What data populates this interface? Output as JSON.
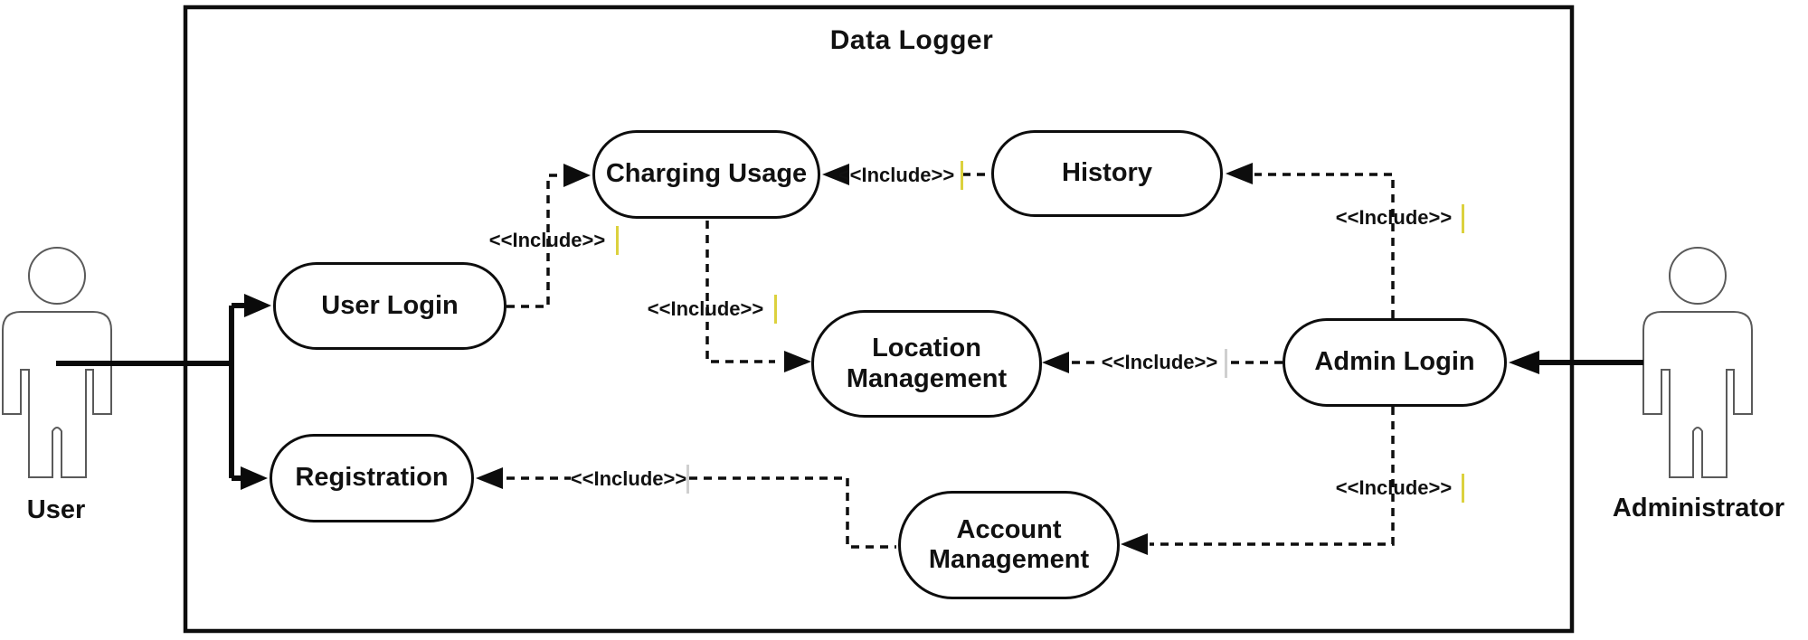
{
  "diagram": {
    "system": "Data Logger",
    "actors": [
      {
        "id": "user",
        "label": "User"
      },
      {
        "id": "administrator",
        "label": "Administrator"
      }
    ],
    "use_cases": [
      {
        "id": "charging-usage",
        "label": "Charging Usage"
      },
      {
        "id": "history",
        "label": "History"
      },
      {
        "id": "user-login",
        "label": "User Login"
      },
      {
        "id": "location-management",
        "label": "Location Management"
      },
      {
        "id": "admin-login",
        "label": "Admin Login"
      },
      {
        "id": "registration",
        "label": "Registration"
      },
      {
        "id": "account-management",
        "label": "Account Management"
      }
    ],
    "associations": [
      {
        "actor": "User",
        "use_case": "User Login"
      },
      {
        "actor": "User",
        "use_case": "Registration"
      },
      {
        "actor": "Administrator",
        "use_case": "Admin Login"
      }
    ],
    "includes": [
      {
        "label": "<<Include>>",
        "from": "User Login",
        "to": "Charging Usage"
      },
      {
        "label": "<<Include>>",
        "from": "History",
        "to": "Charging Usage"
      },
      {
        "label": "<<Include>>",
        "from": "Charging Usage",
        "to": "Location Management"
      },
      {
        "label": "<<Include>>",
        "from": "Admin Login",
        "to": "Location Management"
      },
      {
        "label": "<<Include>>",
        "from": "Admin Login",
        "to": "History"
      },
      {
        "label": "<<Include>>",
        "from": "Admin Login",
        "to": "Account Management"
      },
      {
        "label": "<<Include>>",
        "from": "Account Management",
        "to": "Registration"
      }
    ],
    "colors": {
      "stroke": "#0d0d0d",
      "background": "#ffffff",
      "caret_yellow": "#dcd13e",
      "caret_grey": "#cfcfcf"
    }
  }
}
